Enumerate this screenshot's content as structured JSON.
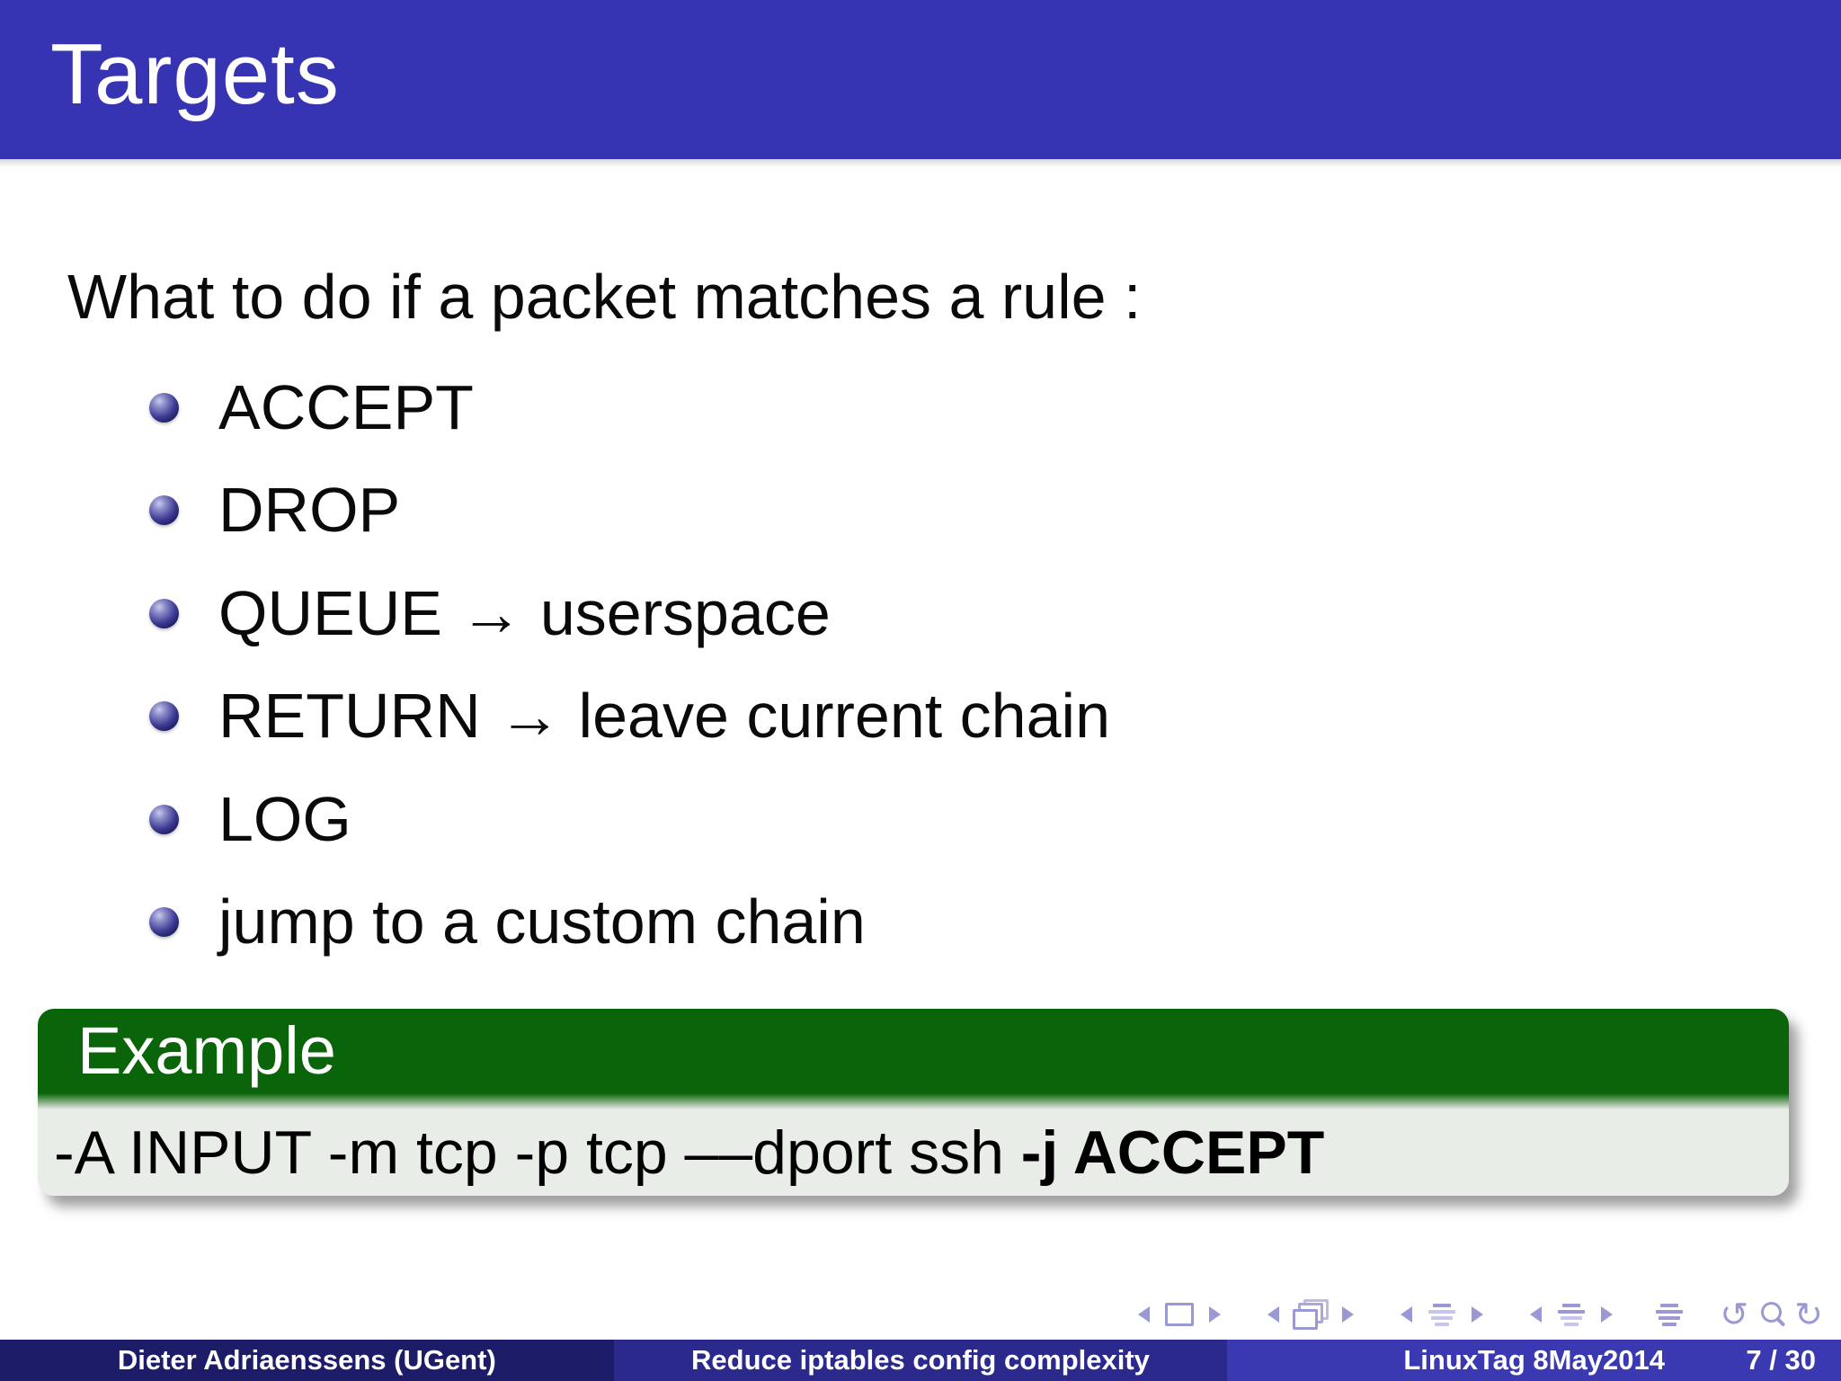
{
  "slide": {
    "title": "Targets",
    "intro": "What to do if a packet matches a rule :",
    "bullets": [
      "ACCEPT",
      "DROP",
      "QUEUE → userspace",
      "RETURN → leave current chain",
      "LOG",
      "jump to a custom chain"
    ],
    "example": {
      "header": "Example",
      "command_prefix": "-A INPUT -m tcp -p tcp ––dport ssh ",
      "command_bold": "-j ACCEPT"
    }
  },
  "footer": {
    "author": "Dieter Adriaenssens (UGent)",
    "title": "Reduce iptables config complexity",
    "date": "LinuxTag 8May2014",
    "page": "7 / 30"
  },
  "nav": {
    "icons": [
      "prev-slide-icon",
      "frame-icon",
      "next-slide-icon",
      "prev-frame-icon",
      "frames-stack-icon",
      "next-frame-icon",
      "prev-section-icon",
      "section-toc-icon",
      "next-section-icon",
      "prev-subsection-icon",
      "subsection-toc-icon",
      "next-subsection-icon",
      "document-toc-icon",
      "back-history-icon",
      "search-icon",
      "forward-history-icon"
    ]
  },
  "colors": {
    "titlebar_blue": "#3634b2",
    "footer_author_bg": "#1d1c68",
    "footer_title_bg": "#2b2a8c",
    "footer_date_bg": "#3b39b2",
    "example_header_green": "#0a6409",
    "example_body_bg": "#e9ede7",
    "bullet_navy": "#1c1b64",
    "nav_symbol_lilac": "#9a99d5"
  }
}
